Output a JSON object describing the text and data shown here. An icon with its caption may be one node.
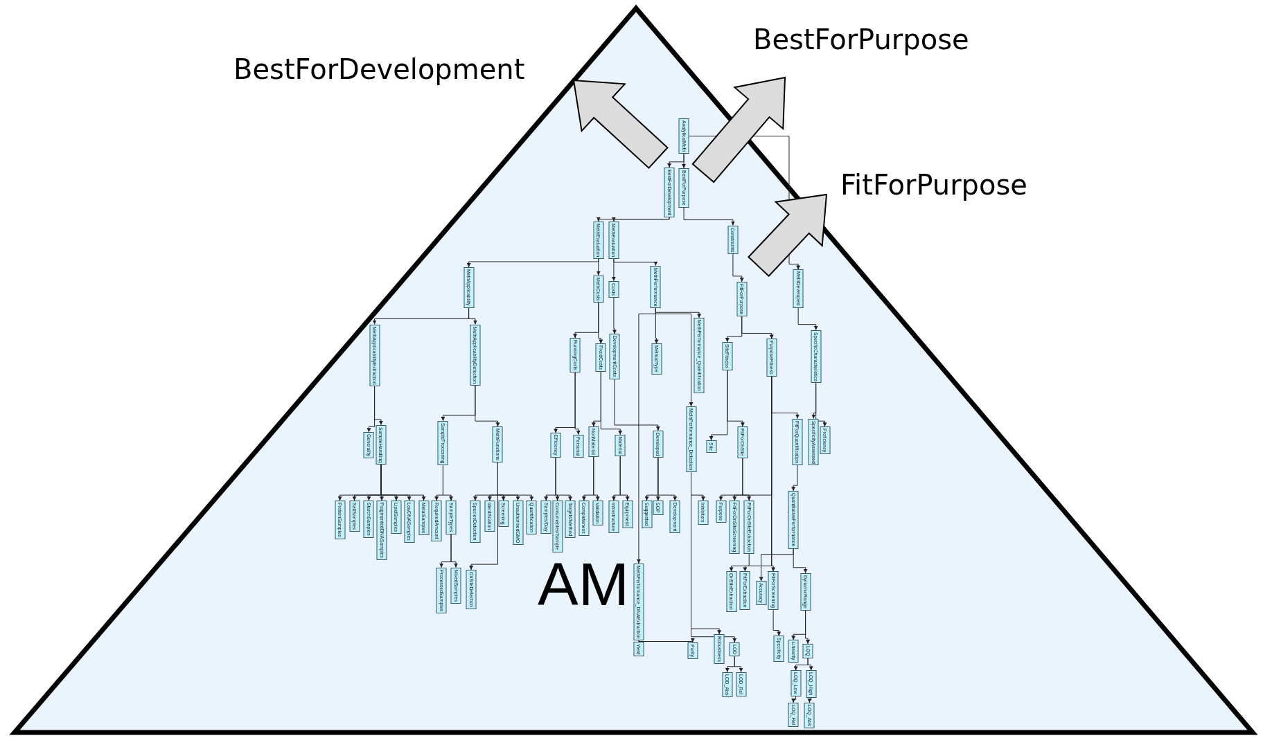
{
  "diagram": {
    "nodes": [
      {
        "text": [
          "AnalyticalMeth"
        ]
      },
      {
        "text": [
          "BestForDevelopment"
        ]
      },
      {
        "text": [
          "BestForPurpose"
        ]
      },
      {
        "text": [
          "MethEvaluation"
        ]
      },
      {
        "text": [
          "MethEvaluation"
        ]
      },
      {
        "text": [
          "Constraints"
        ]
      },
      {
        "text": [
          "FitForPurpose"
        ]
      },
      {
        "text": [
          "MethDeveloped"
        ]
      },
      {
        "text": [
          "MethCosts"
        ]
      },
      {
        "text": [
          "Costs"
        ]
      },
      {
        "text": [
          "MethPerformance"
        ]
      },
      {
        "text": [
          "MethApplicability"
        ]
      },
      {
        "text": [
          "MethApplicabilityExtraction"
        ]
      },
      {
        "text": [
          "MethApplicabilityDetection"
        ]
      },
      {
        "text": [
          "RunningCosts"
        ]
      },
      {
        "text": [
          "FixedCosts"
        ]
      },
      {
        "text": [
          "DevelopmentCosts"
        ]
      },
      {
        "text": [
          "MethodType"
        ]
      },
      {
        "text": [
          "MethPerformance_Quantification"
        ]
      },
      {
        "text": [
          "SiteFitness"
        ]
      },
      {
        "text": [
          "PurposeFitness"
        ]
      },
      {
        "text": [
          "SpecificCharacteristics"
        ]
      },
      {
        "text": [
          "Generality"
        ]
      },
      {
        "text": [
          "SampleHandling"
        ]
      },
      {
        "text": [
          "SampleProcessing"
        ]
      },
      {
        "text": [
          "MethFunctions"
        ]
      },
      {
        "text": [
          "Efficiency"
        ]
      },
      {
        "text": [
          "Personal"
        ]
      },
      {
        "text": [
          "NonMaterial"
        ]
      },
      {
        "text": [
          "Material"
        ]
      },
      {
        "text": [
          "Developed"
        ]
      },
      {
        "text": [
          "MethPerformance_Detection"
        ]
      },
      {
        "text": [
          "Site"
        ]
      },
      {
        "text": [
          "FitForOnSite"
        ]
      },
      {
        "text": [
          "FitForQuantification"
        ]
      },
      {
        "text": [
          "SpecificityAssessed"
        ]
      },
      {
        "text": [
          "Proficiency"
        ]
      },
      {
        "text": [
          "ProteinSamples"
        ]
      },
      {
        "text": [
          "SaltSamples"
        ]
      },
      {
        "text": [
          "StarchSamples"
        ]
      },
      {
        "text": [
          "FragmentedDNASamples"
        ]
      },
      {
        "text": [
          "LipidSamples"
        ]
      },
      {
        "text": [
          "LowDNASamples"
        ]
      },
      {
        "text": [
          "MetalSamples"
        ]
      },
      {
        "text": [
          "RequiredAmount"
        ]
      },
      {
        "text": [
          "SampleTypes"
        ]
      },
      {
        "text": [
          "SpeciesDetection"
        ]
      },
      {
        "text": [
          "Identification"
        ]
      },
      {
        "text": [
          "Screening"
        ]
      },
      {
        "text": [
          "UnauthorisedGMO"
        ]
      },
      {
        "text": [
          "Quantification"
        ]
      },
      {
        "text": [
          "Samples/Day"
        ]
      },
      {
        "text": [
          "Consumables/Sample"
        ]
      },
      {
        "text": [
          "Targets/Method"
        ]
      },
      {
        "text": [
          "Completeness"
        ]
      },
      {
        "text": [
          "Validation"
        ]
      },
      {
        "text": [
          "Infrastructure"
        ]
      },
      {
        "text": [
          "Equipment"
        ]
      },
      {
        "text": [
          "Suggested"
        ]
      },
      {
        "text": [
          "SOP"
        ]
      },
      {
        "text": [
          "Development"
        ]
      },
      {
        "text": [
          "Inhibitors"
        ]
      },
      {
        "text": [
          "Purpose"
        ]
      },
      {
        "text": [
          "FitForOnSiteScreening"
        ]
      },
      {
        "text": [
          "FitForOnSiteExtraction"
        ]
      },
      {
        "text": [
          "QuantitativePerformance"
        ]
      },
      {
        "text": [
          "ProcessedSamples"
        ]
      },
      {
        "text": [
          "MixedSamples"
        ]
      },
      {
        "text": [
          "OnSiteDetection"
        ]
      },
      {
        "text": [
          "MethPerformance_DNAExtraction"
        ]
      },
      {
        "text": [
          "OnSiteExtraction"
        ]
      },
      {
        "text": [
          "FitForExtraction"
        ]
      },
      {
        "text": [
          "Accuracy"
        ]
      },
      {
        "text": [
          "FitForScreening"
        ]
      },
      {
        "text": [
          "DynamicRange"
        ]
      },
      {
        "text": [
          "Yield"
        ]
      },
      {
        "text": [
          "Purity"
        ]
      },
      {
        "text": [
          "Robustness"
        ]
      },
      {
        "text": [
          "LOD"
        ]
      },
      {
        "text": [
          "Specificity"
        ]
      },
      {
        "text": [
          "Linearity"
        ]
      },
      {
        "text": [
          "LOQ"
        ]
      },
      {
        "text": [
          "LOD_Abs"
        ]
      },
      {
        "text": [
          "LOD_Rel"
        ]
      },
      {
        "text": [
          "LOQ_Low"
        ]
      },
      {
        "text": [
          "LOQ_High"
        ]
      },
      {
        "text": [
          "LOQ_Rel"
        ]
      },
      {
        "text": [
          "LOQ_Abs"
        ]
      }
    ],
    "edges": [
      {
        "from": 0,
        "to": 1,
        "arrow": "to"
      },
      {
        "from": 0,
        "to": 2,
        "arrow": "to"
      },
      {
        "from": 1,
        "to": 3,
        "arrow": "to"
      },
      {
        "from": 1,
        "to": 4,
        "arrow": "to"
      },
      {
        "from": 2,
        "to": 5,
        "arrow": "to"
      },
      {
        "from": 5,
        "to": 6,
        "arrow": "to"
      },
      {
        "from": 0,
        "to": 7,
        "arrow": "to"
      },
      {
        "from": 3,
        "to": 8,
        "arrow": "to"
      },
      {
        "from": 3,
        "to": 11,
        "arrow": "to"
      },
      {
        "from": 4,
        "to": 9,
        "arrow": "to"
      },
      {
        "from": 4,
        "to": 10,
        "arrow": "to"
      },
      {
        "from": 11,
        "to": 12,
        "arrow": "to"
      },
      {
        "from": 11,
        "to": 13,
        "arrow": "to"
      },
      {
        "from": 8,
        "to": 14,
        "arrow": "to"
      },
      {
        "from": 8,
        "to": 15,
        "arrow": "to"
      },
      {
        "from": 9,
        "to": 16,
        "arrow": "to"
      },
      {
        "from": 10,
        "to": 17,
        "arrow": "to"
      },
      {
        "from": 10,
        "to": 18,
        "arrow": "to"
      },
      {
        "from": 10,
        "to": 31,
        "arrow": "to"
      },
      {
        "from": 10,
        "to": 69,
        "arrow": "to"
      },
      {
        "from": 6,
        "to": 19,
        "arrow": "to"
      },
      {
        "from": 6,
        "to": 20,
        "arrow": "to"
      },
      {
        "from": 7,
        "to": 21,
        "arrow": "to"
      },
      {
        "from": 12,
        "to": 22,
        "arrow": "to"
      },
      {
        "from": 12,
        "to": 23,
        "arrow": "to"
      },
      {
        "from": 13,
        "to": 24,
        "arrow": "to"
      },
      {
        "from": 13,
        "to": 25,
        "arrow": "to"
      },
      {
        "from": 14,
        "to": 26,
        "arrow": "to"
      },
      {
        "from": 14,
        "to": 27,
        "arrow": "to"
      },
      {
        "from": 15,
        "to": 28,
        "arrow": "to"
      },
      {
        "from": 15,
        "to": 29,
        "arrow": "to"
      },
      {
        "from": 16,
        "to": 30,
        "arrow": "to"
      },
      {
        "from": 19,
        "to": 32,
        "arrow": "to"
      },
      {
        "from": 19,
        "to": 33,
        "arrow": "to"
      },
      {
        "from": 20,
        "to": 34,
        "arrow": "to"
      },
      {
        "from": 20,
        "to": 62,
        "arrow": "to"
      },
      {
        "from": 21,
        "to": 35,
        "arrow": "to"
      },
      {
        "from": 21,
        "to": 36,
        "arrow": "to"
      },
      {
        "from": 23,
        "to": 37,
        "arrow": "to"
      },
      {
        "from": 23,
        "to": 38,
        "arrow": "to"
      },
      {
        "from": 23,
        "to": 39,
        "arrow": "to"
      },
      {
        "from": 23,
        "to": 40,
        "arrow": "to"
      },
      {
        "from": 23,
        "to": 41,
        "arrow": "to"
      },
      {
        "from": 23,
        "to": 42,
        "arrow": "to"
      },
      {
        "from": 23,
        "to": 43,
        "arrow": "to"
      },
      {
        "from": 24,
        "to": 44,
        "arrow": "to"
      },
      {
        "from": 24,
        "to": 45,
        "arrow": "to"
      },
      {
        "from": 25,
        "to": 46,
        "arrow": "to"
      },
      {
        "from": 25,
        "to": 47,
        "arrow": "to"
      },
      {
        "from": 25,
        "to": 48,
        "arrow": "to"
      },
      {
        "from": 25,
        "to": 49,
        "arrow": "to"
      },
      {
        "from": 25,
        "to": 50,
        "arrow": "to"
      },
      {
        "from": 25,
        "to": 68,
        "arrow": "to"
      },
      {
        "from": 26,
        "to": 51,
        "arrow": "to"
      },
      {
        "from": 26,
        "to": 52,
        "arrow": "to"
      },
      {
        "from": 26,
        "to": 53,
        "arrow": "to"
      },
      {
        "from": 28,
        "to": 54,
        "arrow": "to"
      },
      {
        "from": 28,
        "to": 55,
        "arrow": "to"
      },
      {
        "from": 29,
        "to": 56,
        "arrow": "to"
      },
      {
        "from": 29,
        "to": 57,
        "arrow": "to"
      },
      {
        "from": 30,
        "to": 58,
        "arrow": "to"
      },
      {
        "from": 30,
        "to": 59,
        "arrow": "to"
      },
      {
        "from": 30,
        "to": 60,
        "arrow": "to"
      },
      {
        "from": 31,
        "to": 61,
        "arrow": "to"
      },
      {
        "from": 31,
        "to": 77,
        "arrow": "to"
      },
      {
        "from": 31,
        "to": 78,
        "arrow": "to"
      },
      {
        "from": 33,
        "to": 63,
        "arrow": "to"
      },
      {
        "from": 33,
        "to": 64,
        "arrow": "to"
      },
      {
        "from": 34,
        "to": 65,
        "arrow": "to"
      },
      {
        "from": 45,
        "to": 66,
        "arrow": "to"
      },
      {
        "from": 45,
        "to": 67,
        "arrow": "to"
      },
      {
        "from": 64,
        "to": 70,
        "arrow": "to"
      },
      {
        "from": 20,
        "to": 71,
        "arrow": "to"
      },
      {
        "from": 20,
        "to": 73,
        "arrow": "to"
      },
      {
        "from": 65,
        "to": 72,
        "arrow": "to"
      },
      {
        "from": 65,
        "to": 74,
        "arrow": "to"
      },
      {
        "from": 73,
        "to": 79,
        "arrow": "to"
      },
      {
        "from": 69,
        "to": 75,
        "arrow": "to"
      },
      {
        "from": 69,
        "to": 76,
        "arrow": "to"
      },
      {
        "from": 74,
        "to": 80,
        "arrow": "to"
      },
      {
        "from": 74,
        "to": 81,
        "arrow": "to"
      },
      {
        "from": 78,
        "to": 82,
        "arrow": "to"
      },
      {
        "from": 78,
        "to": 83,
        "arrow": "to"
      },
      {
        "from": 81,
        "to": 84,
        "arrow": "to"
      },
      {
        "from": 81,
        "to": 85,
        "arrow": "to"
      },
      {
        "from": 84,
        "to": 86,
        "arrow": "to"
      },
      {
        "from": 85,
        "to": 87,
        "arrow": "to"
      }
    ],
    "labels": [
      "BestForDevelopment",
      "BestForPurpose",
      "FitForPurpose",
      "AM"
    ]
  }
}
